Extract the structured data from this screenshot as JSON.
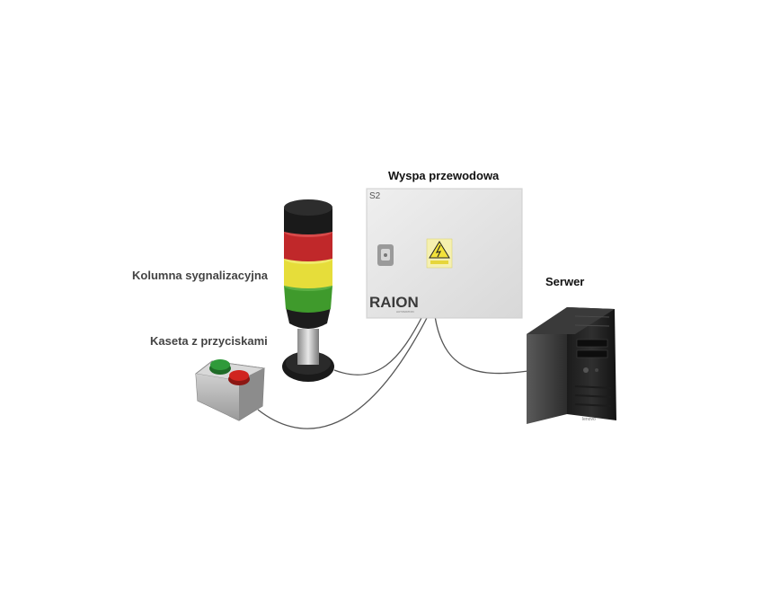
{
  "labels": {
    "wyspa": "Wyspa przewodowa",
    "kolumna": "Kolumna sygnalizacyjna",
    "kaseta": "Kaseta z przyciskami",
    "serwer": "Serwer"
  },
  "cabinet": {
    "tag": "S2",
    "brand": "RAION",
    "brand_sub": "AUTOMATION"
  },
  "colors": {
    "signal_red": "#c0282a",
    "signal_yellow": "#e6dd3a",
    "signal_green": "#3f9a2c",
    "button_green": "#2f9a3a",
    "button_red": "#d0241f",
    "cabinet": "#e4e4e4",
    "warning": "#f2e23a"
  },
  "icons": {
    "signal_tower": "signal-tower-icon",
    "button_box": "button-box-icon",
    "cabinet": "electrical-cabinet-icon",
    "server": "server-tower-icon"
  }
}
